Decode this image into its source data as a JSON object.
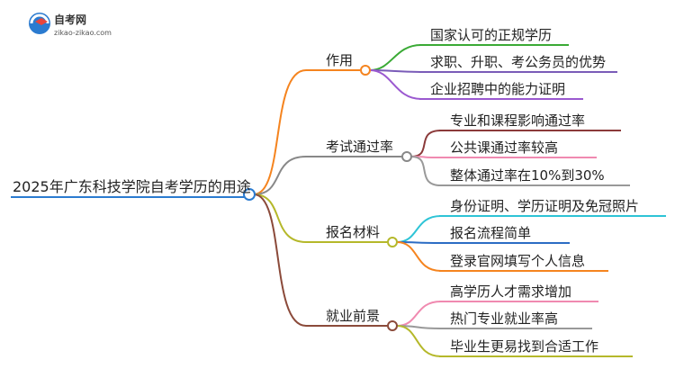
{
  "logo": {
    "name": "自考网",
    "url": "zikao-zikao.com",
    "icon": "graduation-cap-icon"
  },
  "root": {
    "label": "2025年广东科技学院自考学历的用途",
    "color": "#2b7bd0"
  },
  "branches": [
    {
      "label": "作用",
      "color": "#f5841f",
      "leaves": [
        {
          "label": "国家认可的正规学历",
          "color": "#3aaa35"
        },
        {
          "label": "求职、升职、考公务员的优势",
          "color": "#7a5cb8"
        },
        {
          "label": "企业招聘中的能力证明",
          "color": "#9b59d0"
        }
      ]
    },
    {
      "label": "考试通过率",
      "color": "#888888",
      "leaves": [
        {
          "label": "专业和课程影响通过率",
          "color": "#8b3a3a"
        },
        {
          "label": "公共课通过率较高",
          "color": "#f08ab0"
        },
        {
          "label": "整体通过率在10%到30%",
          "color": "#999999"
        }
      ]
    },
    {
      "label": "报名材料",
      "color": "#b5b82a",
      "leaves": [
        {
          "label": "身份证明、学历证明及免冠照片",
          "color": "#2ec4d6"
        },
        {
          "label": "报名流程简单",
          "color": "#2b6cc4"
        },
        {
          "label": "登录官网填写个人信息",
          "color": "#f5841f"
        }
      ]
    },
    {
      "label": "就业前景",
      "color": "#8b4a3a",
      "leaves": [
        {
          "label": "高学历人才需求增加",
          "color": "#f08ab0"
        },
        {
          "label": "热门专业就业率高",
          "color": "#999999"
        },
        {
          "label": "毕业生更易找到合适工作",
          "color": "#b5b82a"
        }
      ]
    }
  ]
}
